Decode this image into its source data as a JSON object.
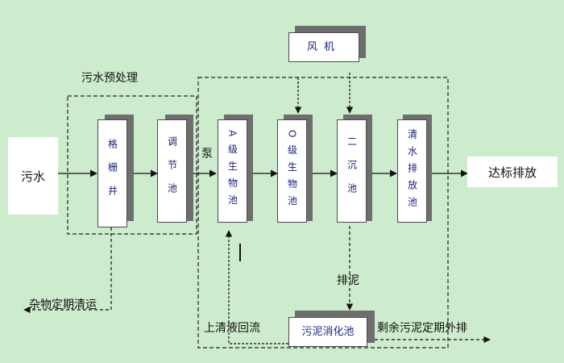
{
  "nodes": {
    "sewage": "污水",
    "screen_well": "格栅井",
    "regulating_tank": "调节池",
    "a_tank": "A级生物池",
    "o_tank": "O级生物池",
    "secondary_clarifier": "二沉池",
    "clear_water_tank": "清水排放池",
    "blower": "风机",
    "sludge_digester": "污泥消化池",
    "discharge": "达标排放"
  },
  "labels": {
    "pretreatment": "污水预处理",
    "pump": "泵",
    "sludge_discharge": "排泥",
    "debris": "杂物定期清运",
    "supernatant_return": "上清液回流",
    "excess_sludge": "剩余污泥定期外排"
  },
  "colors": {
    "background": "#cdeccd",
    "box_text": "#1a237e",
    "shadow": "#6e6e6e"
  }
}
